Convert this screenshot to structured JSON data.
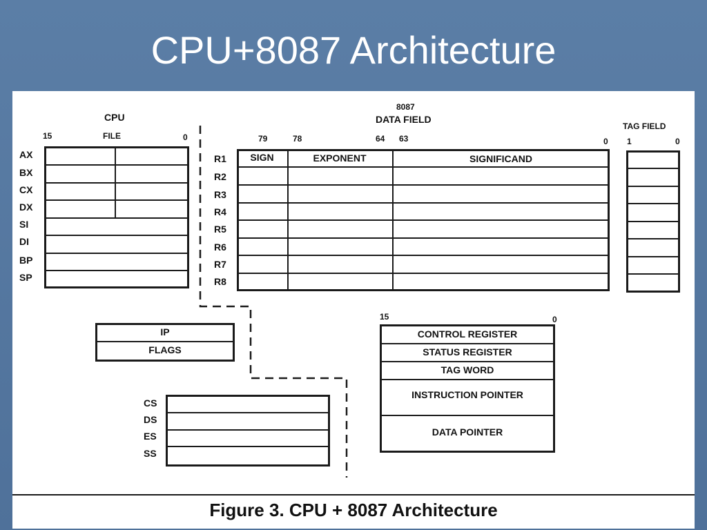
{
  "slide": {
    "title": "CPU+8087 Architecture"
  },
  "cpu": {
    "heading": "CPU",
    "file_label": "FILE",
    "bit_high": "15",
    "bit_low": "0",
    "registers": [
      "AX",
      "BX",
      "CX",
      "DX",
      "SI",
      "DI",
      "BP",
      "SP"
    ],
    "ip_flags": [
      "IP",
      "FLAGS"
    ],
    "segments": [
      "CS",
      "DS",
      "ES",
      "SS"
    ]
  },
  "fpu": {
    "heading_line1": "8087",
    "heading_line2": "DATA FIELD",
    "bit_79": "79",
    "bit_78": "78",
    "bit_64": "64",
    "bit_63": "63",
    "bit_0": "0",
    "columns": [
      "SIGN",
      "EXPONENT",
      "SIGNIFICAND"
    ],
    "registers": [
      "R1",
      "R2",
      "R3",
      "R4",
      "R5",
      "R6",
      "R7",
      "R8"
    ],
    "tag_field": {
      "label": "TAG FIELD",
      "bit_1": "1",
      "bit_0": "0"
    },
    "control": {
      "bit_high": "15",
      "bit_low": "0",
      "rows": [
        "CONTROL REGISTER",
        "STATUS REGISTER",
        "TAG WORD",
        "INSTRUCTION POINTER",
        "DATA POINTER"
      ]
    }
  },
  "caption": "Figure 3. CPU + 8087 Architecture"
}
